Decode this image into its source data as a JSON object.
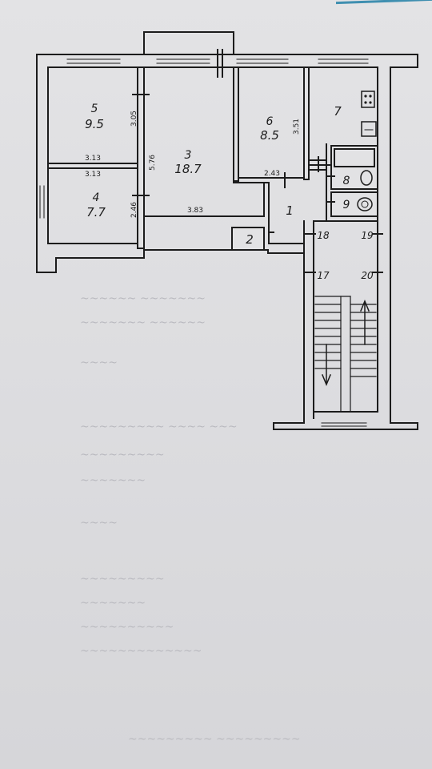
{
  "rooms": [
    {
      "id": "5",
      "area": "9.5"
    },
    {
      "id": "4",
      "area": "7.7"
    },
    {
      "id": "3",
      "area": "18.7"
    },
    {
      "id": "6",
      "area": "8.5"
    },
    {
      "id": "7",
      "area": ""
    },
    {
      "id": "1",
      "area": ""
    },
    {
      "id": "2",
      "area": ""
    },
    {
      "id": "8",
      "area": ""
    },
    {
      "id": "9",
      "area": ""
    }
  ],
  "stair_labels": [
    "18",
    "19",
    "17",
    "20"
  ],
  "dimensions": [
    "3.05",
    "3.13",
    "3.13",
    "2.46",
    "5.76",
    "3.83",
    "3.51",
    "2.43"
  ],
  "colors": {
    "ink": "#1c1c1c",
    "paper": "#e2e2e4",
    "ghost": "#b9b9bf",
    "accent": "#3f8fb0"
  }
}
